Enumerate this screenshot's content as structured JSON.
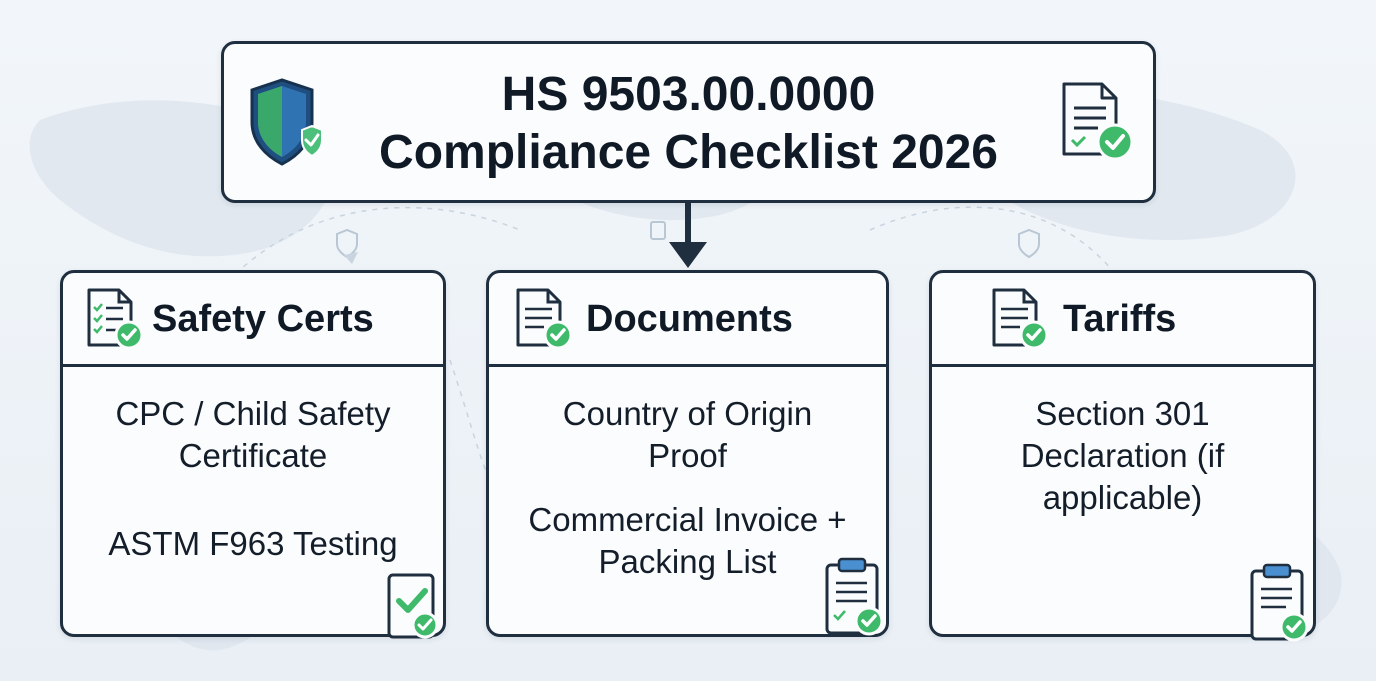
{
  "title": {
    "line1": "HS 9503.00.0000",
    "line2": "Compliance Checklist 2026"
  },
  "cards": [
    {
      "title": "Safety Certs",
      "items": [
        "CPC / Child Safety Certificate",
        "ASTM F963 Testing"
      ]
    },
    {
      "title": "Documents",
      "items": [
        "Country of Origin Proof",
        "Commercial Invoice + Packing List"
      ]
    },
    {
      "title": "Tariffs",
      "items": [
        "Section 301 Declaration (if applicable)"
      ]
    }
  ],
  "icons": {
    "title_left": "shield-check-icon",
    "title_right": "document-check-icon",
    "card_header": "document-check-icon",
    "card_corner": "clipboard-check-icon"
  },
  "colors": {
    "border": "#1f2f3f",
    "check_green": "#3fba6b",
    "shield_blue": "#2a6aa8",
    "shield_green": "#3aa86a"
  }
}
